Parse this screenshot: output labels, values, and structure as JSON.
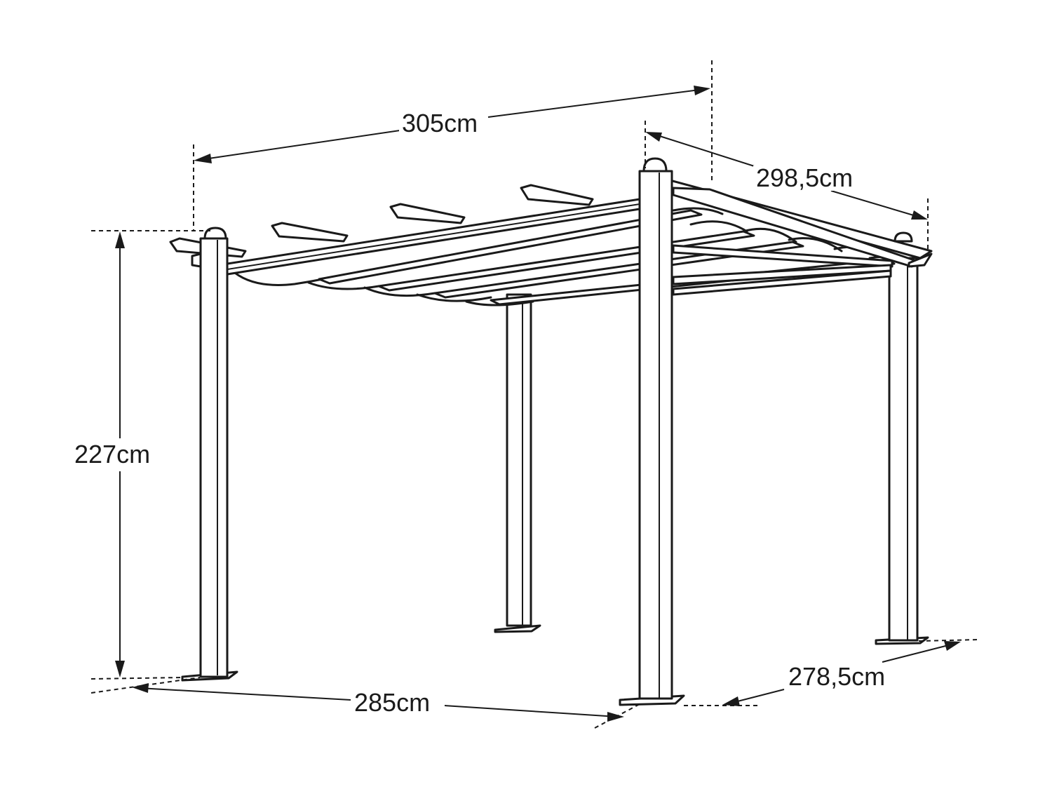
{
  "diagram": {
    "subject": "pergola",
    "dimensions": {
      "top_length": "305cm",
      "top_depth": "298,5cm",
      "height": "227cm",
      "base_length": "285cm",
      "base_depth": "278,5cm"
    }
  },
  "colors": {
    "stroke": "#1a1a1a",
    "background": "#ffffff"
  }
}
